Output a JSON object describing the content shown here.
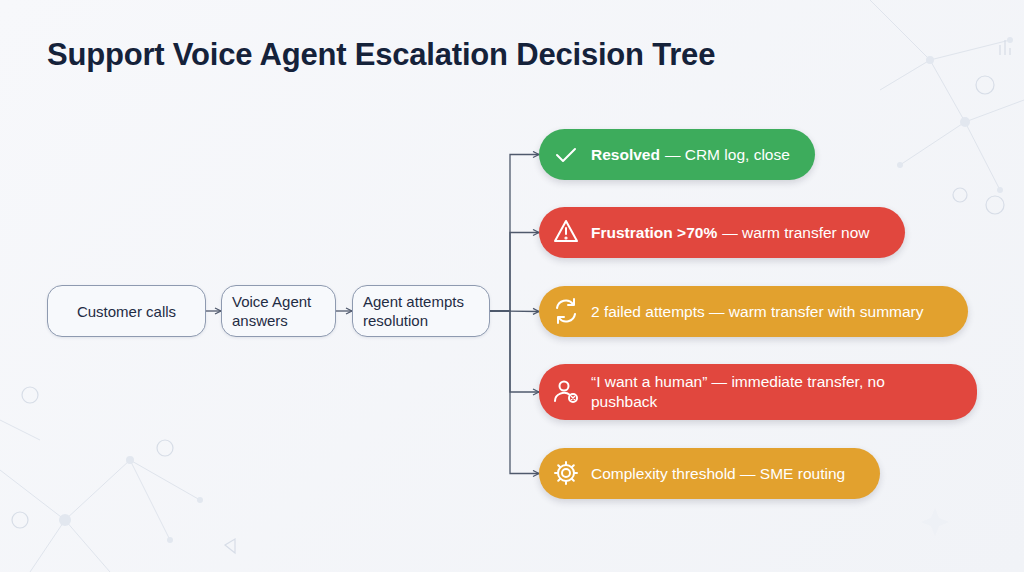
{
  "diagram": {
    "title": "Support Voice Agent Escalation Decision Tree",
    "nodes": [
      {
        "text": [
          "Customer calls"
        ]
      },
      {
        "text": [
          "Voice Agent answers"
        ]
      },
      {
        "text": [
          "Agent attempts resolution"
        ]
      },
      {
        "text": [
          "Resolved",
          "— CRM log, close"
        ]
      },
      {
        "text": [
          "Frustration >70%",
          "— warm transfer now"
        ]
      },
      {
        "text": [
          "2 failed attempts — warm transfer with summary"
        ]
      },
      {
        "text": [
          "“I want a human” — immediate transfer, no pushback"
        ]
      },
      {
        "text": [
          "Complexity threshold — SME routing"
        ]
      }
    ],
    "edges": [
      {
        "from": 0,
        "to": 1,
        "arrow": "to"
      },
      {
        "from": 1,
        "to": 2,
        "arrow": "to"
      },
      {
        "from": 2,
        "to": 3,
        "arrow": "to"
      },
      {
        "from": 2,
        "to": 4,
        "arrow": "to"
      },
      {
        "from": 2,
        "to": 5,
        "arrow": "to"
      },
      {
        "from": 2,
        "to": 6,
        "arrow": "to"
      },
      {
        "from": 2,
        "to": 7,
        "arrow": "to"
      }
    ]
  }
}
